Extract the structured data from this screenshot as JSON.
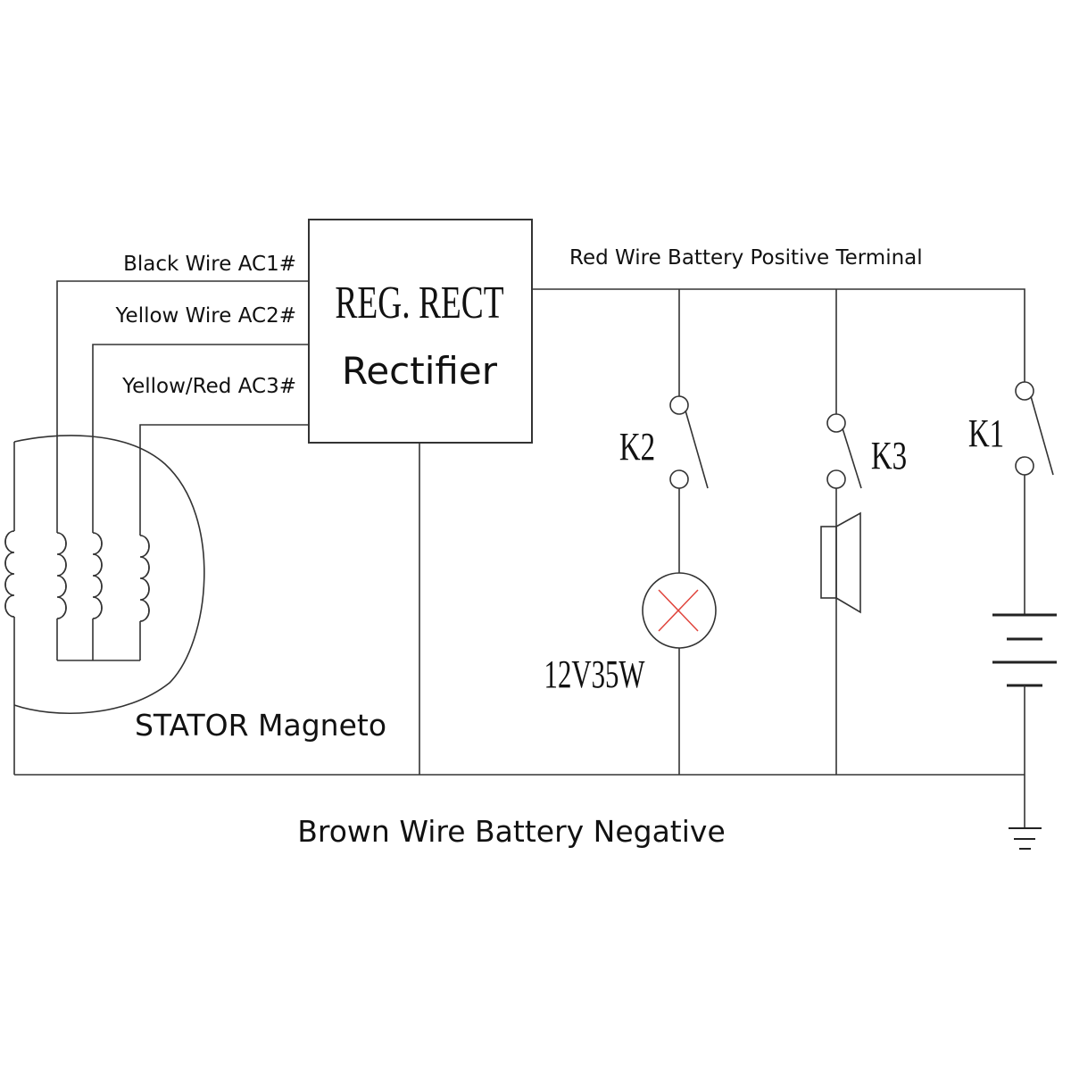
{
  "labels": {
    "black_wire": "Black Wire AC1#",
    "yellow_wire": "Yellow Wire AC2#",
    "yellow_red_wire": "Yellow/Red AC3#",
    "reg_rect": "REG. RECT",
    "rectifier": "Rectifier",
    "red_wire": "Red Wire Battery Positive Terminal",
    "stator": "STATOR Magneto",
    "brown_wire": "Brown Wire Battery Negative",
    "k1": "K1",
    "k2": "K2",
    "k3": "K3",
    "lamp_rating": "12V35W"
  },
  "colors": {
    "wire": "#333333",
    "lamp_cross": "#e0443c",
    "background": "#ffffff"
  },
  "components": [
    {
      "id": "stator",
      "type": "three-phase stator coil"
    },
    {
      "id": "regulator-rectifier",
      "type": "regulator/rectifier box"
    },
    {
      "id": "k2",
      "type": "switch",
      "load": "lamp 12V35W"
    },
    {
      "id": "k3",
      "type": "switch",
      "load": "horn"
    },
    {
      "id": "k1",
      "type": "switch",
      "load": "battery"
    },
    {
      "id": "ground",
      "type": "ground symbol"
    }
  ]
}
